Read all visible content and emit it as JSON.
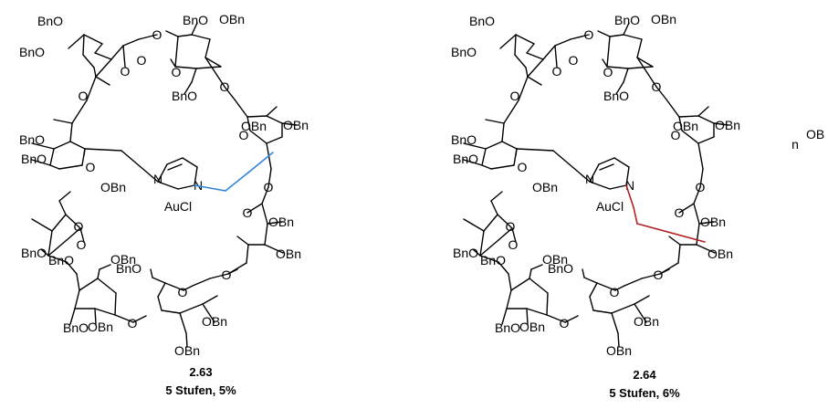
{
  "molecules": [
    {
      "number": "2.63",
      "caption": "5 Stufen, 5%",
      "linker_color": "#2f86d8",
      "labels": {
        "bn_o": "BnO",
        "o_bn": "OBn",
        "o": "O",
        "n": "N",
        "aucl": "AuCl"
      }
    },
    {
      "number": "2.64",
      "caption": "5 Stufen, 6%",
      "linker_color": "#b02020",
      "labels": {
        "bn_o": "BnO",
        "o_bn": "OBn",
        "o": "O",
        "n": "N",
        "aucl": "AuCl",
        "cut_label": "OB",
        "n_sub": "n"
      }
    }
  ]
}
